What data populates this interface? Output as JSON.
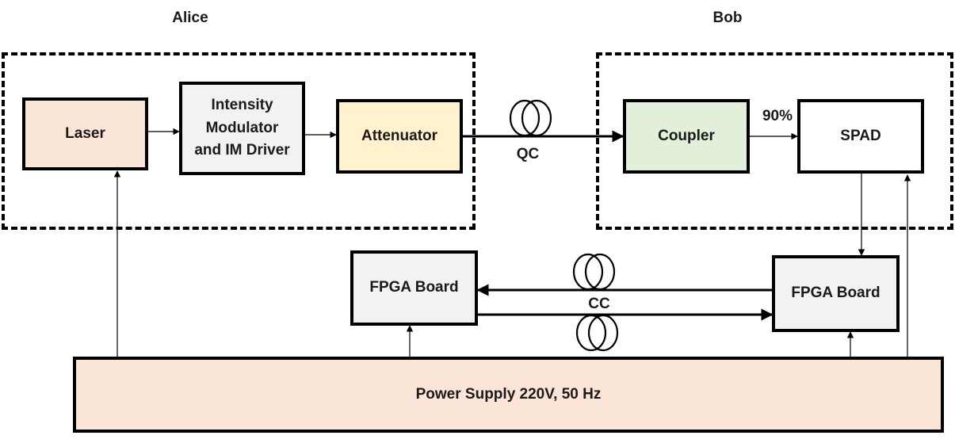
{
  "alice": {
    "title": "Alice"
  },
  "bob": {
    "title": "Bob"
  },
  "blocks": {
    "laser": {
      "label": "Laser",
      "fill": "#fbe5d6"
    },
    "intensity_modulator": {
      "label": "Intensity Modulator and IM Driver",
      "fill": "#f2f2f2"
    },
    "attenuator": {
      "label": "Attenuator",
      "fill": "#fff2cc"
    },
    "coupler": {
      "label": "Coupler",
      "fill": "#e2f0d9"
    },
    "spad": {
      "label": "SPAD",
      "fill": "#ffffff"
    },
    "fpga_alice": {
      "label": "FPGA Board",
      "fill": "#f2f2f2"
    },
    "fpga_bob": {
      "label": "FPGA Board",
      "fill": "#f2f2f2"
    },
    "power_supply": {
      "label": "Power Supply 220V, 50 Hz",
      "fill": "#fbe5d6"
    }
  },
  "links": {
    "quantum_channel": "QC",
    "classical_channel": "CC",
    "coupler_split": "90%"
  }
}
